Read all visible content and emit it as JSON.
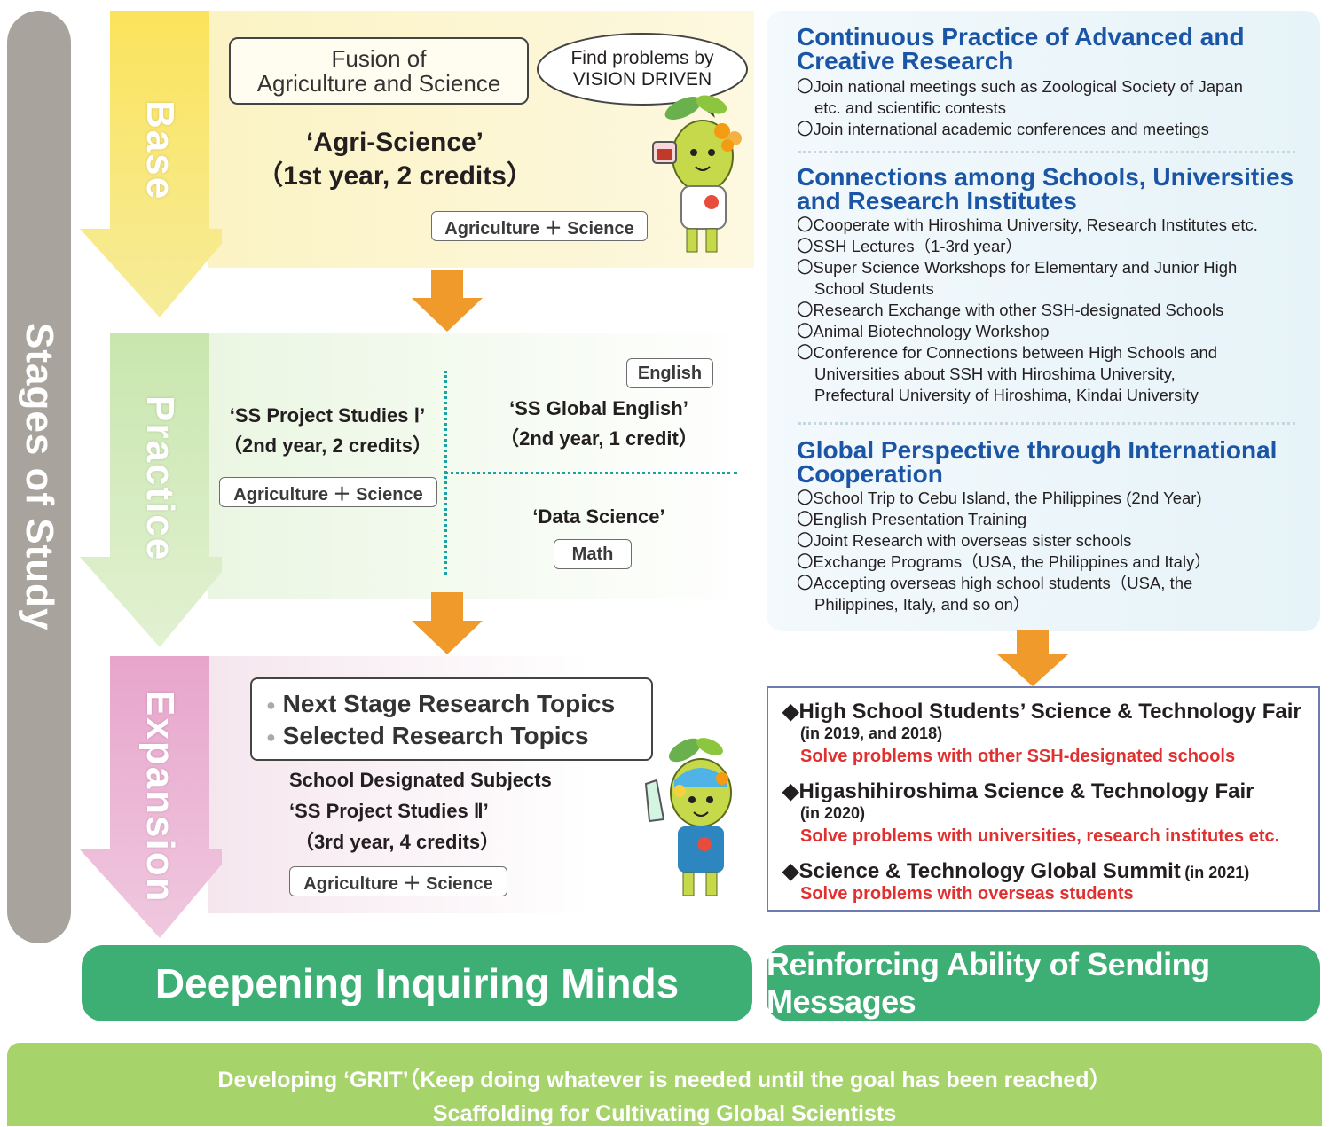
{
  "stages_title": "Stages of Study",
  "stages": {
    "base": "Base",
    "practice": "Practice",
    "expansion": "Expansion"
  },
  "base_panel": {
    "fusion_line1": "Fusion of",
    "fusion_line2": "Agriculture and Science",
    "speech_line1": "Find problems by",
    "speech_line2": "VISION DRIVEN",
    "course_title": "‘Agri-Science’",
    "course_detail": "（1st year, 2 credits）",
    "tag": "Agriculture ＋ Science"
  },
  "practice_panel": {
    "project_title": "‘SS Project Studies Ⅰ’",
    "project_detail": "（2nd year, 2 credits）",
    "project_tag": "Agriculture ＋ Science",
    "english_tag": "English",
    "english_title": "‘SS Global English’",
    "english_detail": "（2nd year, 1 credit）",
    "data_title": "‘Data Science’",
    "math_tag": "Math"
  },
  "expansion_panel": {
    "topic1": "Next Stage Research Topics",
    "topic2": "Selected Research Topics",
    "subjects_line": "School Designated Subjects",
    "project_title": "‘SS Project Studies Ⅱ’",
    "project_detail": "（3rd year, 4 credits）",
    "tag": "Agriculture ＋ Science"
  },
  "right_sections": [
    {
      "heading_line1": "Continuous Practice of Advanced and",
      "heading_line2": "Creative Research",
      "items": [
        {
          "first": "〇Join national meetings such as Zoological Society of Japan",
          "rest": "etc. and scientific contests"
        },
        {
          "first": "〇Join international academic conferences and meetings",
          "rest": ""
        }
      ]
    },
    {
      "heading_line1": "Connections among Schools, Universities",
      "heading_line2": "and Research Institutes",
      "items": [
        {
          "first": "〇Cooperate with Hiroshima University, Research Institutes etc.",
          "rest": ""
        },
        {
          "first": "〇SSH Lectures（1-3rd year）",
          "rest": ""
        },
        {
          "first": "〇Super Science Workshops for Elementary and Junior High",
          "rest": "School Students"
        },
        {
          "first": "〇Research Exchange with other SSH-designated Schools",
          "rest": ""
        },
        {
          "first": "〇Animal Biotechnology Workshop",
          "rest": ""
        },
        {
          "first": "〇Conference for Connections between High Schools and",
          "rest": "Universities about SSH with Hiroshima University,"
        },
        {
          "first": "",
          "rest": "Prefectural University of Hiroshima, Kindai University"
        }
      ]
    },
    {
      "heading_line1": "Global Perspective through International",
      "heading_line2": "Cooperation",
      "items": [
        {
          "first": "〇School Trip to Cebu Island, the Philippines (2nd Year)",
          "rest": ""
        },
        {
          "first": "〇English Presentation Training",
          "rest": ""
        },
        {
          "first": "〇Joint Research with overseas sister schools",
          "rest": ""
        },
        {
          "first": "〇Exchange Programs（USA, the Philippines and Italy）",
          "rest": ""
        },
        {
          "first": "〇Accepting overseas high school students（USA, the",
          "rest": "Philippines, Italy, and so on）"
        }
      ]
    }
  ],
  "fairs": [
    {
      "title": "◆High School Students’ Science & Technology Fair",
      "year": "(in 2019, and 2018)",
      "goal": "Solve problems with other SSH-designated schools"
    },
    {
      "title": "◆Higashihiroshima Science & Technology Fair",
      "year": "(in 2020)",
      "goal": "Solve problems with universities, research institutes etc."
    },
    {
      "title": "◆Science & Technology Global Summit",
      "year": "(in 2021)",
      "goal": "Solve problems with overseas students"
    }
  ],
  "bottom_left": "Deepening Inquiring Minds",
  "bottom_right": "Reinforcing Ability of Sending Messages",
  "footer_line1": "Developing ‘GRIT’（Keep doing whatever is needed until the goal has been reached）",
  "footer_line2": "Scaffolding for Cultivating Global Scientists",
  "colors": {
    "base": "#fbe25a",
    "practice": "#dcefc6",
    "expansion": "#eab6d6",
    "orange_arrow": "#f09a2c",
    "heading_blue": "#1b56a6",
    "red": "#e03030",
    "green": "#3daf74",
    "footer_green": "#a7d36b"
  }
}
